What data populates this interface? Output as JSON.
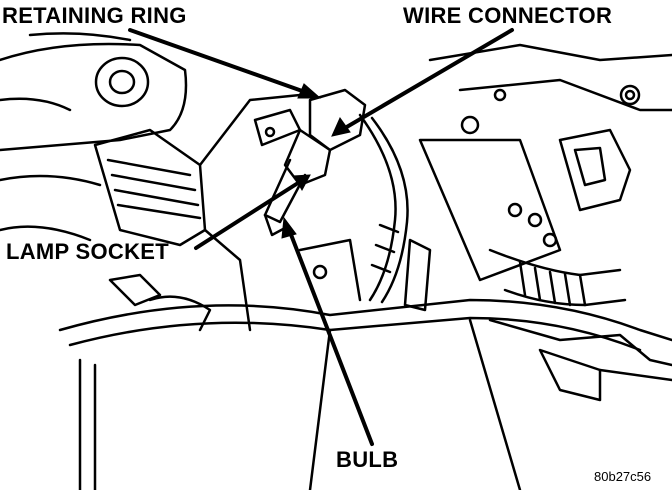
{
  "labels": {
    "retaining_ring": "RETAINING RING",
    "wire_connector": "WIRE CONNECTOR",
    "lamp_socket": "LAMP SOCKET",
    "bulb": "BULB"
  },
  "figure_code": "80b27c56",
  "colors": {
    "ink": "#000000",
    "paper": "#ffffff"
  }
}
